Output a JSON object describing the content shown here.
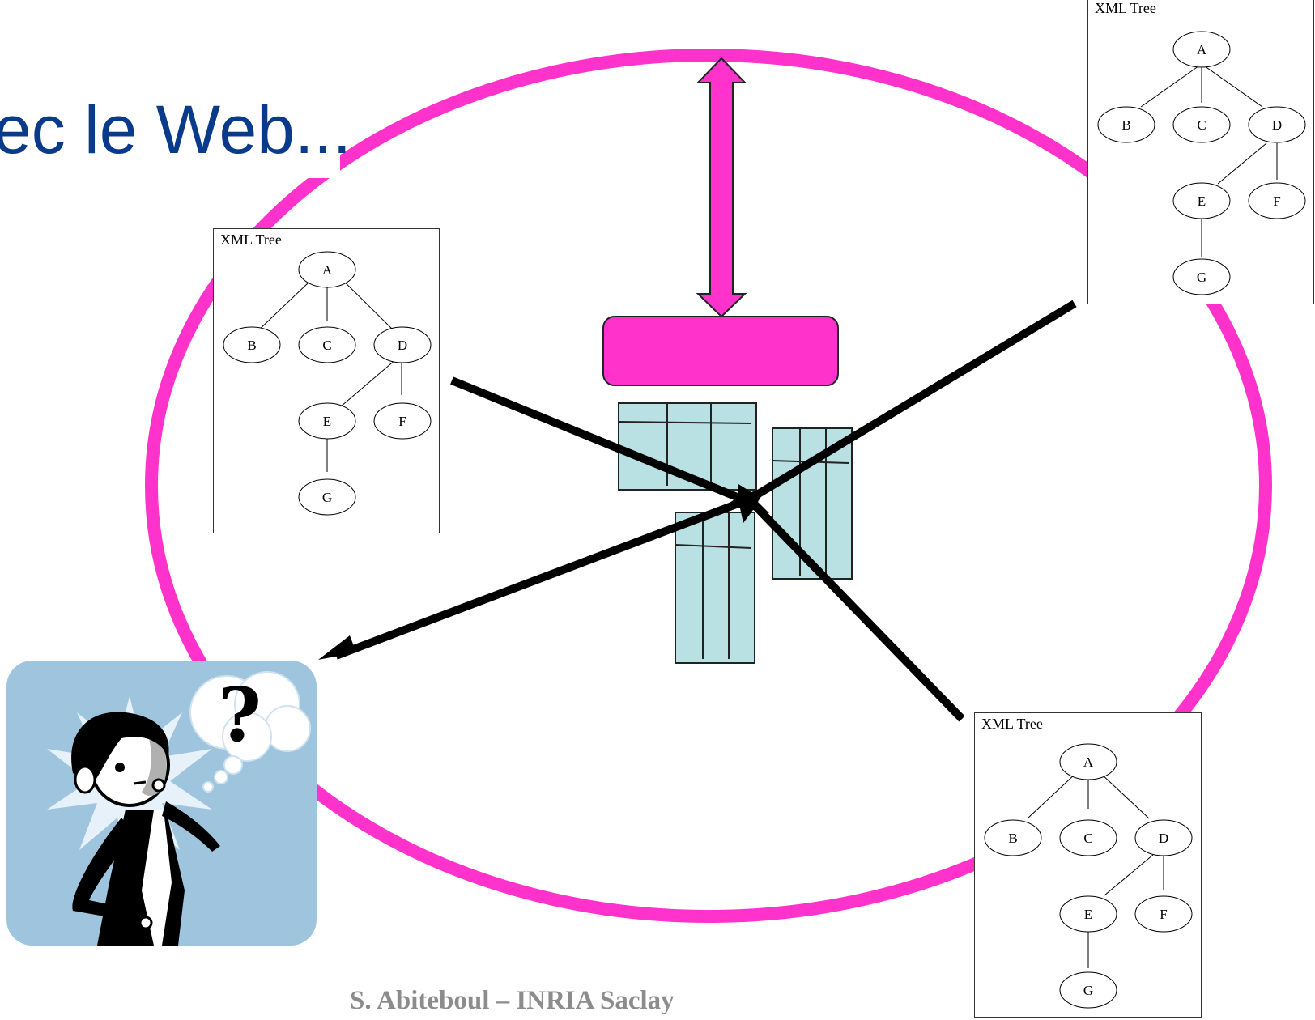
{
  "title": "ec le Web...",
  "footer": "S. Abiteboul – INRIA Saclay",
  "colors": {
    "ring": "#ff33cc",
    "title": "#0a3a8a",
    "table": "#b9e0e3",
    "card_bg": "#9ec4de"
  },
  "xml_trees": [
    {
      "title": "XML Tree",
      "nodes": [
        "A",
        "B",
        "C",
        "D",
        "E",
        "F",
        "G"
      ]
    },
    {
      "title": "XML Tree",
      "nodes": [
        "A",
        "B",
        "C",
        "D",
        "E",
        "F",
        "G"
      ]
    },
    {
      "title": "XML Tree",
      "nodes": [
        "A",
        "B",
        "C",
        "D",
        "E",
        "F",
        "G"
      ]
    }
  ],
  "user_card": {
    "icon": "confused-user-icon",
    "symbol": "?"
  }
}
